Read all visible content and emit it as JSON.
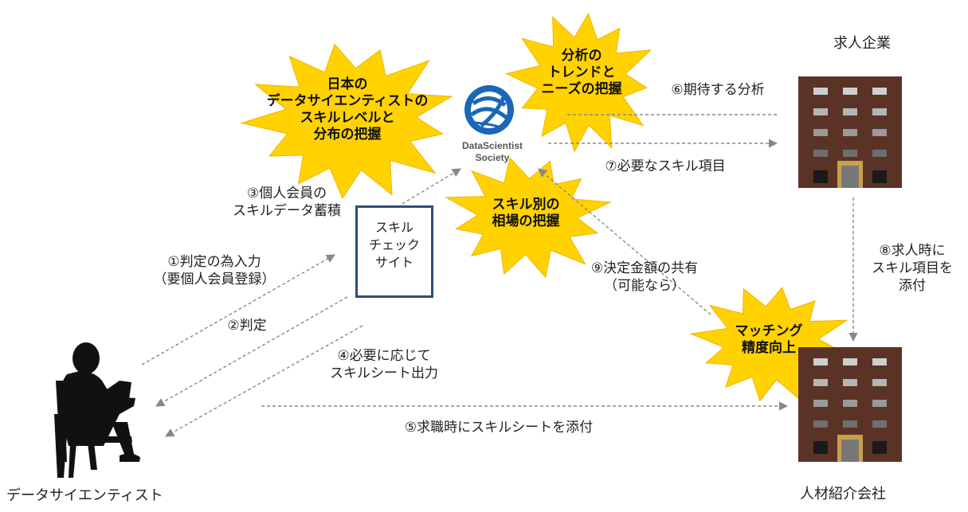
{
  "colors": {
    "burst": "#ffd200",
    "burst_edge": "#f2b400",
    "building": "#5a3326",
    "box_border": "#2b4d7a",
    "logo": "#1a66b8",
    "arrow": "#888888"
  },
  "nodes": {
    "data_scientist": "データサイエンティスト",
    "skill_site": "スキル\nチェック\nサイト",
    "dss_logo_name": "DataScientist\nSociety",
    "hiring_company": "求人企業",
    "recruiting_agency": "人材紹介会社"
  },
  "bursts": {
    "japan_ds": "日本の\nデータサイエンティストの\nスキルレベルと\n分布の把握",
    "analysis_trend": "分析の\nトレンドと\nニーズの把握",
    "skill_market": "スキル別の\n相場の把握",
    "matching": "マッチング\n精度向上"
  },
  "edges": {
    "e1": "①判定の為入力\n（要個人会員登録）",
    "e2": "②判定",
    "e3": "③個人会員の\nスキルデータ蓄積",
    "e4": "④必要に応じて\nスキルシート出力",
    "e5": "⑤求職時にスキルシートを添付",
    "e6": "⑥期待する分析",
    "e7": "⑦必要なスキル項目",
    "e8": "⑧求人時に\nスキル項目を\n添付",
    "e9": "⑨決定金額の共有\n（可能なら）"
  }
}
